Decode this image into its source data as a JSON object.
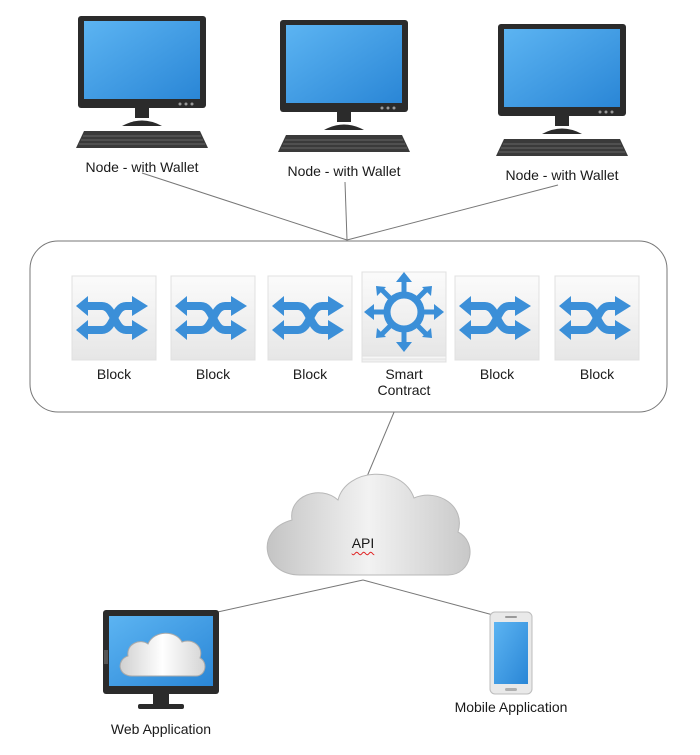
{
  "nodes": [
    {
      "label": "Node - with Wallet",
      "icon": "desktop-computer-icon"
    },
    {
      "label": "Node - with Wallet",
      "icon": "desktop-computer-icon"
    },
    {
      "label": "Node - with Wallet",
      "icon": "desktop-computer-icon"
    }
  ],
  "blockchain": {
    "items": [
      {
        "label": "Block",
        "icon": "shuffle-arrows-icon"
      },
      {
        "label": "Block",
        "icon": "shuffle-arrows-icon"
      },
      {
        "label": "Block",
        "icon": "shuffle-arrows-icon"
      },
      {
        "label_line1": "Smart",
        "label_line2": "Contract",
        "icon": "smart-contract-icon"
      },
      {
        "label": "Block",
        "icon": "shuffle-arrows-icon"
      },
      {
        "label": "Block",
        "icon": "shuffle-arrows-icon"
      }
    ]
  },
  "api": {
    "label": "API",
    "icon": "cloud-icon"
  },
  "clients": [
    {
      "label": "Web Application",
      "icon": "monitor-cloud-icon"
    },
    {
      "label": "Mobile Application",
      "icon": "smartphone-icon"
    }
  ],
  "colors": {
    "screen_blue": "#3d9ee8",
    "arrow_blue": "#3b8fd8",
    "line_gray": "#777777",
    "cloud_gray": "#cfcfcf"
  }
}
